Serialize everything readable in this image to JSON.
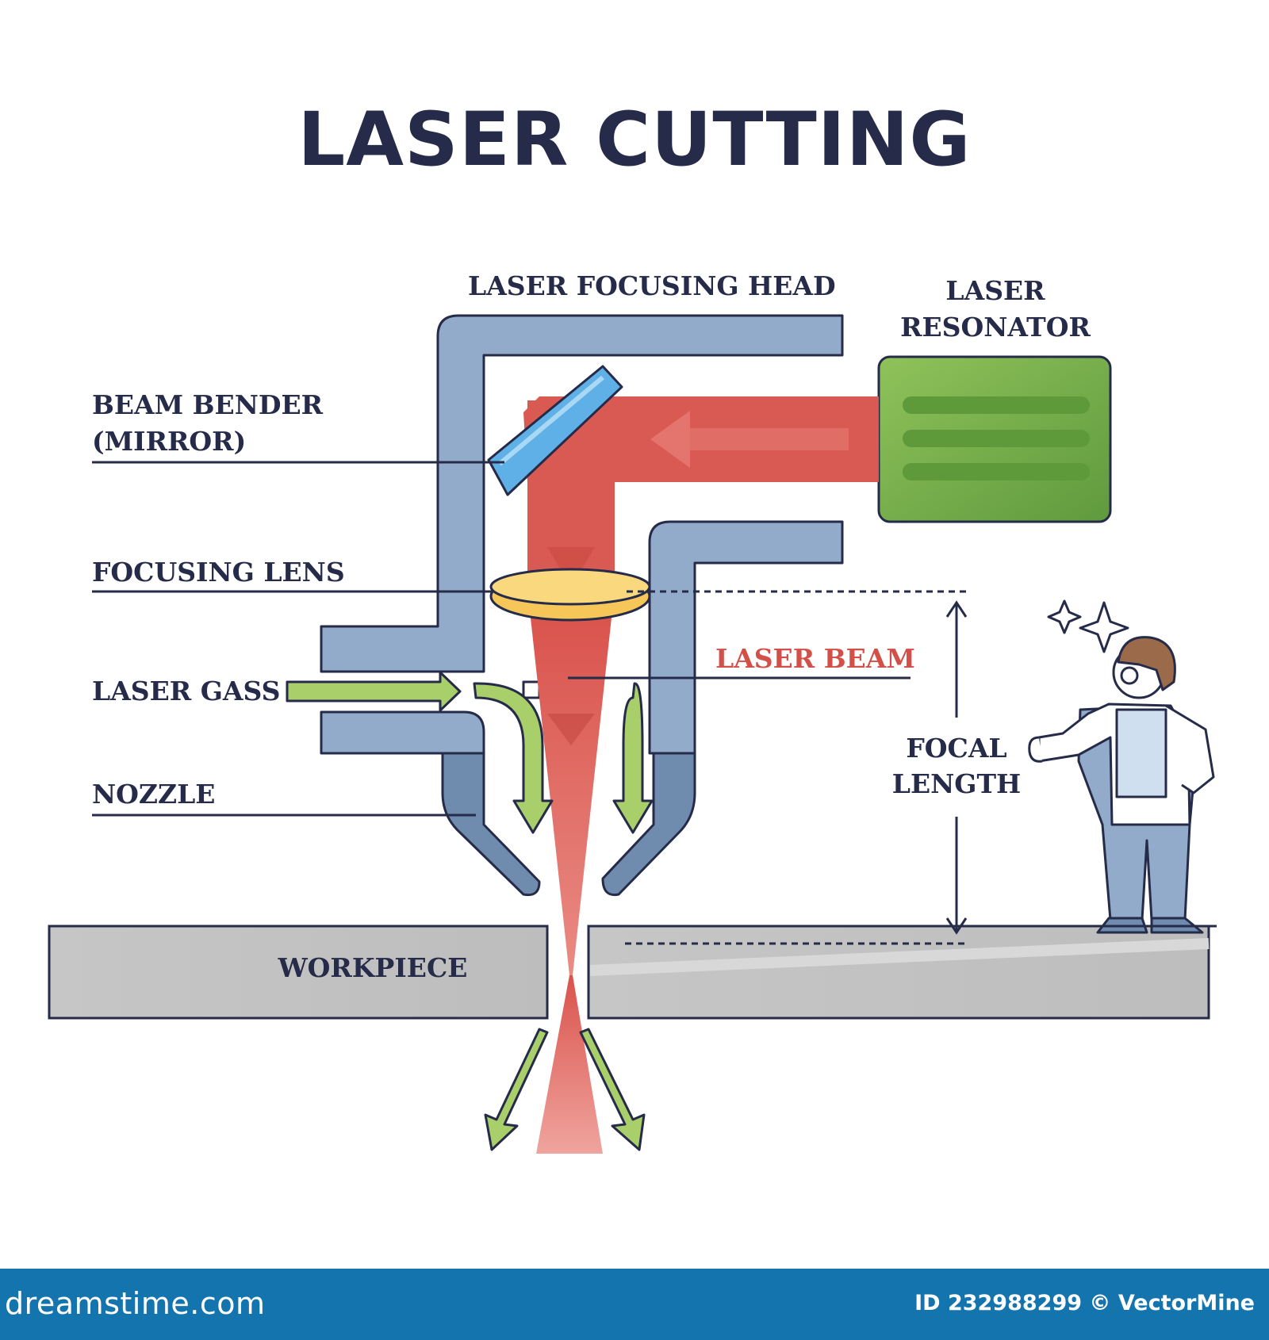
{
  "title": "LASER CUTTING",
  "labels": {
    "focusing_head": "LASER FOCUSING HEAD",
    "resonator_line1": "LASER",
    "resonator_line2": "RESONATOR",
    "beam_bender_line1": "BEAM BENDER",
    "beam_bender_line2": "(MIRROR)",
    "focusing_lens": "FOCUSING LENS",
    "laser_beam": "LASER BEAM",
    "laser_gass": "LASER GASS",
    "focal_line1": "FOCAL",
    "focal_line2": "LENGTH",
    "nozzle": "NOZZLE",
    "workpiece": "WORKPIECE"
  },
  "footer": {
    "brand": "dreamstime.com",
    "credit": "ID 232988299 © VectorMine"
  },
  "colors": {
    "outline": "#252b48",
    "head_metal": "#92abca",
    "nozzle_dark": "#6f8cae",
    "beam": "#d95f57",
    "lens": "#f5c55a",
    "resonator": "#7fb54d",
    "gas_arrow": "#a9cf6a",
    "workpiece": "#c4c4c4",
    "footer_bar": "#1474ae"
  }
}
